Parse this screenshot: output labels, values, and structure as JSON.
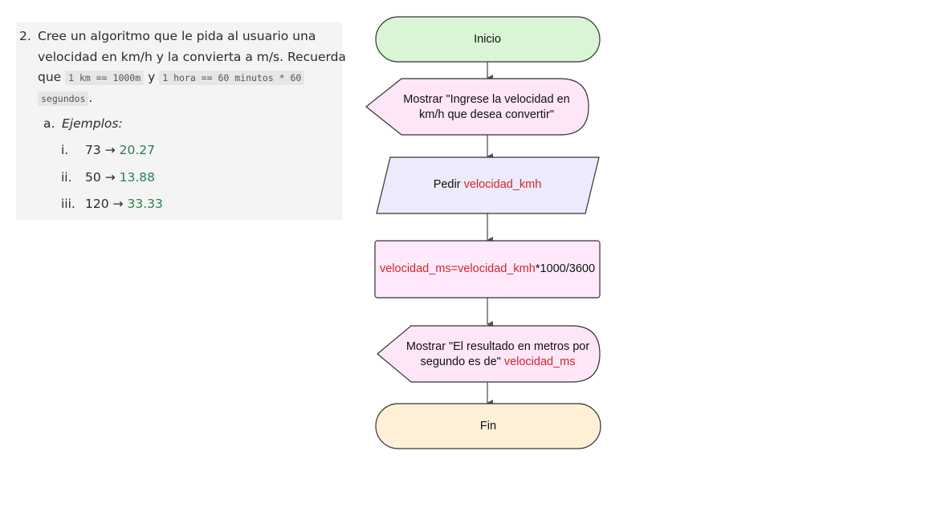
{
  "exercise": {
    "number": "2.",
    "line1": "Cree un algoritmo que le pida al usuario una",
    "line2": "velocidad en km/h y la convierta a m/s. Recuerda",
    "line3_prefix": "que",
    "code1": "1 km == 1000m",
    "line3_mid": "y",
    "code2": "1 hora == 60 minutos * 60",
    "code3": "segundos",
    "line4_suffix": ".",
    "sub_marker": "a.",
    "sub_label": "Ejemplos:",
    "examples": [
      {
        "marker": "i.",
        "input": "73",
        "arrow": "→",
        "output": "20.27"
      },
      {
        "marker": "ii.",
        "input": "50",
        "arrow": "→",
        "output": "13.88"
      },
      {
        "marker": "iii.",
        "input": "120",
        "arrow": "→",
        "output": "33.33"
      }
    ]
  },
  "flowchart": {
    "start": "Inicio",
    "display1_line1": "Mostrar \"Ingrese la velocidad en",
    "display1_line2": "km/h que desea convertir\"",
    "input_prefix": "Pedir ",
    "input_var": "velocidad_kmh",
    "process_var": "velocidad_ms=velocidad_kmh",
    "process_rest": "*1000/3600",
    "display2_line1": "Mostrar \"El resultado en metros por",
    "display2_line2_text": "segundo es de\" ",
    "display2_var": "velocidad_ms",
    "end": "Fin"
  },
  "colors": {
    "start_fill": "#d9f5d5",
    "display_fill": "#fde6f8",
    "input_fill": "#ecebfd",
    "process_fill": "#fde9fb",
    "end_fill": "#fdf0d6",
    "variable_text": "#d3252a",
    "example_output": "#2e7d4f"
  }
}
